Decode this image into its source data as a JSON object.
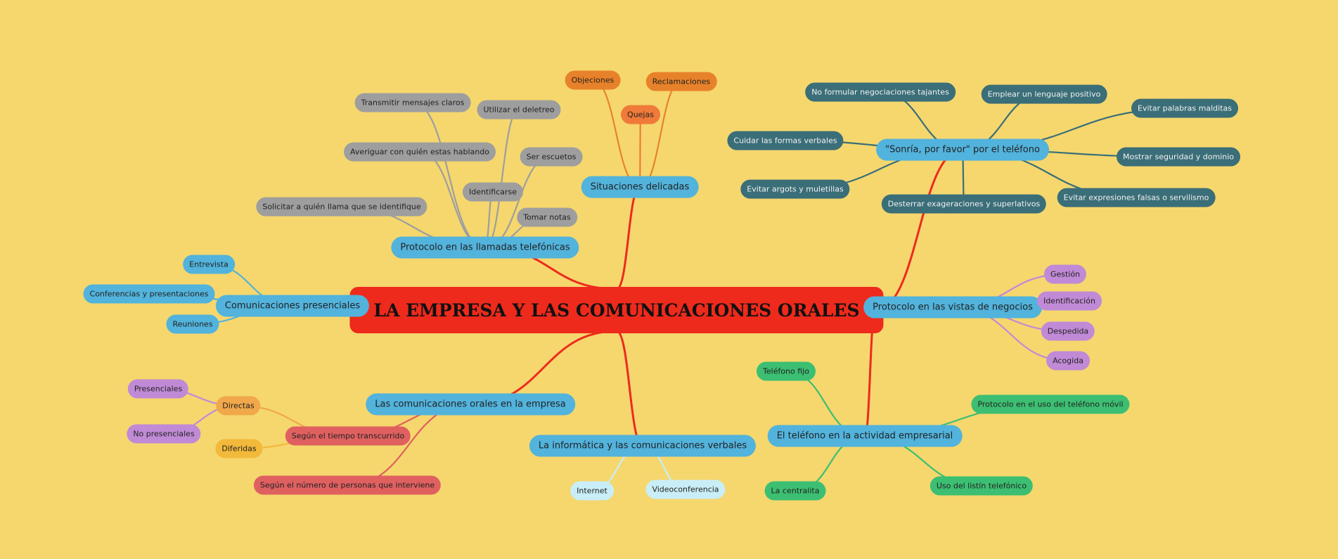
{
  "colors": {
    "background": "#f5d76e",
    "root": "#ee2a1c",
    "blue": "#52b3dc",
    "gray": "#9e9e9e",
    "orange": "#e8822a",
    "orange_light": "#f07a3a",
    "teal": "#3a6e78",
    "purple": "#c08ad6",
    "green": "#3cbf72",
    "red": "#e06060",
    "amber": "#f0a84a",
    "yellow": "#f2b93b",
    "lightblue": "#c9eef7"
  },
  "root": "LA EMPRESA Y LAS COMUNICACIONES ORALES",
  "nodes": [
    {
      "id": "root",
      "parent": null,
      "label": "LA EMPRESA Y LAS COMUNICACIONES ORALES",
      "color": "root",
      "level": 0
    },
    {
      "id": "protocolo_llamadas",
      "parent": "root",
      "label": "Protocolo en las llamadas telefónicas",
      "color": "blue",
      "level": 1
    },
    {
      "id": "transmitir",
      "parent": "protocolo_llamadas",
      "label": "Transmitir mensajes claros",
      "color": "gray",
      "level": 2
    },
    {
      "id": "deletreo",
      "parent": "protocolo_llamadas",
      "label": "Utilizar el deletreo",
      "color": "gray",
      "level": 2
    },
    {
      "id": "averiguar",
      "parent": "protocolo_llamadas",
      "label": "Averiguar con quién estas hablando",
      "color": "gray",
      "level": 2
    },
    {
      "id": "escuetos",
      "parent": "protocolo_llamadas",
      "label": "Ser escuetos",
      "color": "gray",
      "level": 2
    },
    {
      "id": "identificarse",
      "parent": "protocolo_llamadas",
      "label": "Identificarse",
      "color": "gray",
      "level": 2
    },
    {
      "id": "tomar_notas",
      "parent": "protocolo_llamadas",
      "label": "Tomar notas",
      "color": "gray",
      "level": 2
    },
    {
      "id": "solicitar",
      "parent": "protocolo_llamadas",
      "label": "Solicitar a quién llama que se identifique",
      "color": "gray",
      "level": 2
    },
    {
      "id": "situaciones",
      "parent": "root",
      "label": "Situaciones delicadas",
      "color": "blue",
      "level": 1
    },
    {
      "id": "objeciones",
      "parent": "situaciones",
      "label": "Objeciones",
      "color": "orange",
      "level": 2
    },
    {
      "id": "reclamaciones",
      "parent": "situaciones",
      "label": "Reclamaciones",
      "color": "orange",
      "level": 2
    },
    {
      "id": "quejas",
      "parent": "situaciones",
      "label": "Quejas",
      "color": "orange_light",
      "level": 2
    },
    {
      "id": "presenciales",
      "parent": "root",
      "label": "Comunicaciones presenciales",
      "color": "blue",
      "level": 1
    },
    {
      "id": "entrevista",
      "parent": "presenciales",
      "label": "Entrevista",
      "color": "blue",
      "level": 2
    },
    {
      "id": "conferencias",
      "parent": "presenciales",
      "label": "Conferencias y presentaciones",
      "color": "blue",
      "level": 2
    },
    {
      "id": "reuniones",
      "parent": "presenciales",
      "label": "Reuniones",
      "color": "blue",
      "level": 2
    },
    {
      "id": "orales_empresa",
      "parent": "root",
      "label": "Las comunicaciones orales en la empresa",
      "color": "blue",
      "level": 1
    },
    {
      "id": "segun_tiempo",
      "parent": "orales_empresa",
      "label": "Según el tiempo transcurrido",
      "color": "red",
      "level": 2
    },
    {
      "id": "directas",
      "parent": "segun_tiempo",
      "label": "Directas",
      "color": "amber",
      "level": 3
    },
    {
      "id": "diferidas",
      "parent": "segun_tiempo",
      "label": "Diferidas",
      "color": "yellow",
      "level": 3
    },
    {
      "id": "pres",
      "parent": "directas",
      "label": "Presenciales",
      "color": "purple",
      "level": 4
    },
    {
      "id": "no_pres",
      "parent": "directas",
      "label": "No presenciales",
      "color": "purple",
      "level": 4
    },
    {
      "id": "segun_numero",
      "parent": "orales_empresa",
      "label": "Según el número de personas que interviene",
      "color": "red",
      "level": 2
    },
    {
      "id": "informatica",
      "parent": "root",
      "label": "La informática y las comunicaciones verbales",
      "color": "blue",
      "level": 1
    },
    {
      "id": "internet",
      "parent": "informatica",
      "label": "Internet",
      "color": "lightblue",
      "level": 2
    },
    {
      "id": "video",
      "parent": "informatica",
      "label": "Videoconferencia",
      "color": "lightblue",
      "level": 2
    },
    {
      "id": "sonria",
      "parent": "root",
      "label": "\"Sonría, por favor\" por el teléfono",
      "color": "blue",
      "level": 1
    },
    {
      "id": "no_formular",
      "parent": "sonria",
      "label": "No formular negociaciones tajantes",
      "color": "teal",
      "level": 2
    },
    {
      "id": "cuidar",
      "parent": "sonria",
      "label": "Cuidar las formas verbales",
      "color": "teal",
      "level": 2
    },
    {
      "id": "argots",
      "parent": "sonria",
      "label": "Evitar argots y muletillas",
      "color": "teal",
      "level": 2
    },
    {
      "id": "desterrar",
      "parent": "sonria",
      "label": "Desterrar exageraciones y superlativos",
      "color": "teal",
      "level": 2
    },
    {
      "id": "emplear",
      "parent": "sonria",
      "label": "Emplear un lenguaje positivo",
      "color": "teal",
      "level": 2
    },
    {
      "id": "malditas",
      "parent": "sonria",
      "label": "Evitar palabras malditas",
      "color": "teal",
      "level": 2
    },
    {
      "id": "seguridad",
      "parent": "sonria",
      "label": "Mostrar seguridad y dominio",
      "color": "teal",
      "level": 2
    },
    {
      "id": "falsas",
      "parent": "sonria",
      "label": "Evitar expresiones falsas o servilismo",
      "color": "teal",
      "level": 2
    },
    {
      "id": "vistas",
      "parent": "root",
      "label": "Protocolo en las vistas de negocios",
      "color": "blue",
      "level": 1
    },
    {
      "id": "gestion",
      "parent": "vistas",
      "label": "Gestión",
      "color": "purple",
      "level": 2
    },
    {
      "id": "identificacion",
      "parent": "vistas",
      "label": "Identificación",
      "color": "purple",
      "level": 2
    },
    {
      "id": "despedida",
      "parent": "vistas",
      "label": "Despedida",
      "color": "purple",
      "level": 2
    },
    {
      "id": "acogida",
      "parent": "vistas",
      "label": "Acogida",
      "color": "purple",
      "level": 2
    },
    {
      "id": "telefono",
      "parent": "root",
      "label": "El teléfono en la actividad empresarial",
      "color": "blue",
      "level": 1
    },
    {
      "id": "fijo",
      "parent": "telefono",
      "label": "Teléfono fijo",
      "color": "green",
      "level": 2
    },
    {
      "id": "movil",
      "parent": "telefono",
      "label": "Protocolo en el uso del teléfono móvil",
      "color": "green",
      "level": 2
    },
    {
      "id": "centralita",
      "parent": "telefono",
      "label": "La centralita",
      "color": "green",
      "level": 2
    },
    {
      "id": "listin",
      "parent": "telefono",
      "label": "Uso del listín telefónico",
      "color": "green",
      "level": 2
    }
  ]
}
